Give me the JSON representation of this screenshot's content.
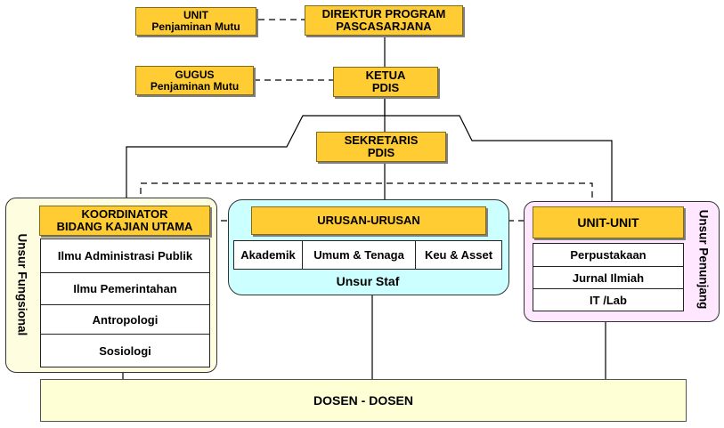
{
  "top": {
    "unit_pm": [
      "UNIT",
      "Penjaminan Mutu"
    ],
    "direktur": [
      "DIREKTUR PROGRAM",
      "PASCASARJANA"
    ],
    "gugus_pm": [
      "GUGUS",
      "Penjaminan Mutu"
    ],
    "ketua": [
      "KETUA",
      "PDIS"
    ],
    "sekretaris": [
      "SEKRETARIS",
      "PDIS"
    ]
  },
  "fungsional": {
    "side_label": "Unsur Fungsional",
    "header": [
      "KOORDINATOR",
      "BIDANG KAJIAN UTAMA"
    ],
    "items": [
      "Ilmu Administrasi Publik",
      "Ilmu Pemerintahan",
      "Antropologi",
      "Sosiologi"
    ]
  },
  "staf": {
    "header": "URUSAN-URUSAN",
    "items": [
      "Akademik",
      "Umum & Tenaga",
      "Keu & Asset"
    ],
    "caption": "Unsur Staf"
  },
  "penunjang": {
    "side_label": "Unsur Penunjang",
    "header": "UNIT-UNIT",
    "items": [
      "Perpustakaan",
      "Jurnal Ilmiah",
      "IT /Lab"
    ]
  },
  "dosen": "DOSEN - DOSEN",
  "colors": {
    "box_fill": "#ffcc33",
    "fungsional_panel": "#fffde0",
    "staf_panel": "#ccffff",
    "penunjang_panel": "#ffe8ff",
    "dosen_fill": "#ffffd5"
  }
}
